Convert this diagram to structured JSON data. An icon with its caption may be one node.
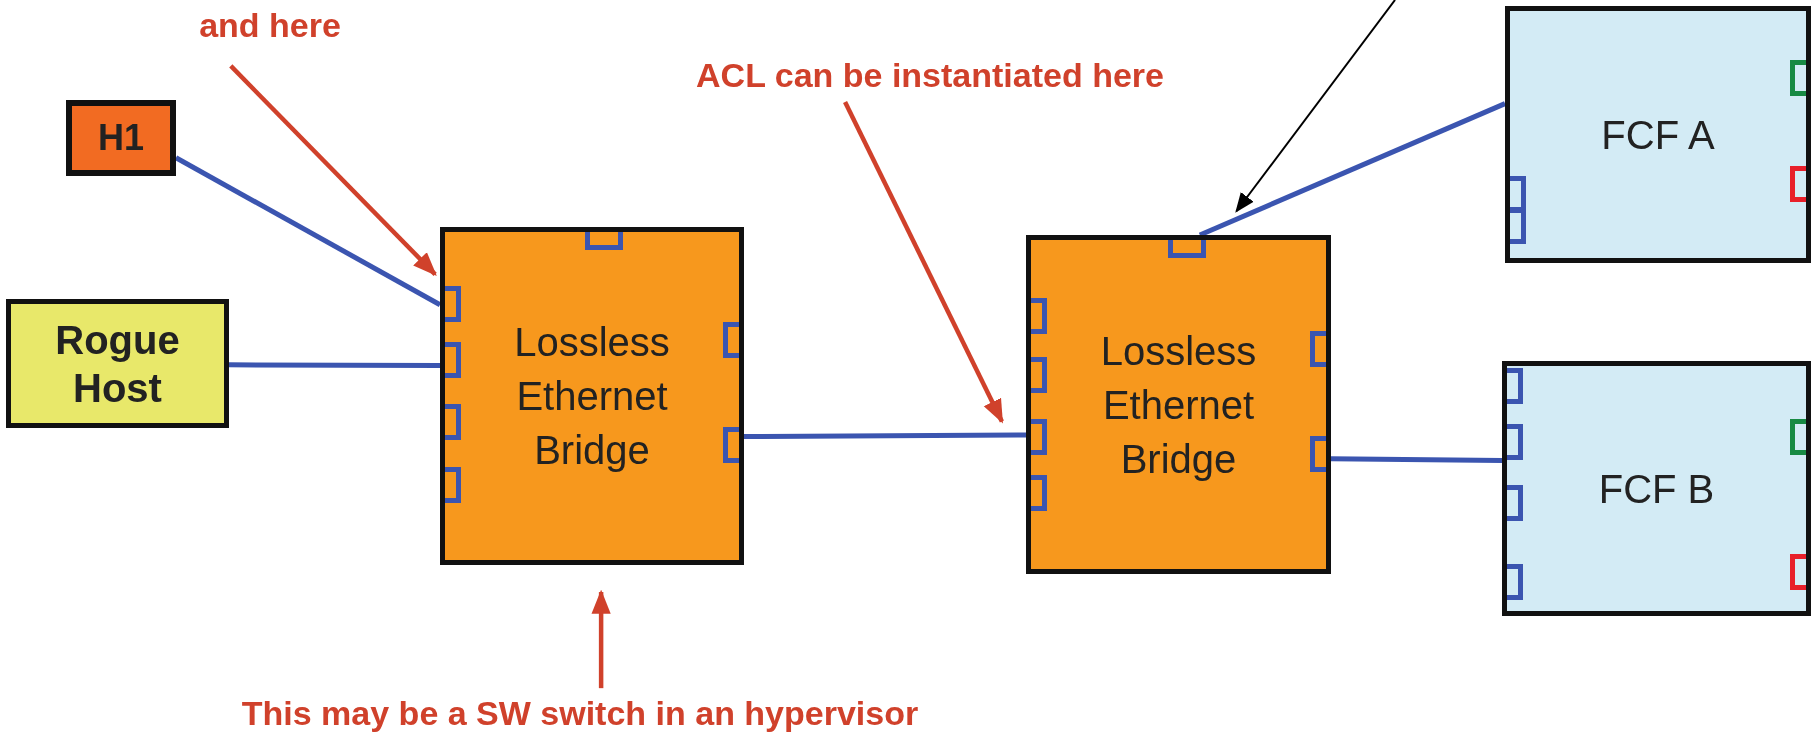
{
  "diagram": {
    "nodes": [
      {
        "text": [
          "and here"
        ]
      },
      {
        "text": [
          "H1"
        ]
      },
      {
        "text": [
          "Rogue Host"
        ]
      },
      {
        "text": [
          "Lossless Ethernet Bridge"
        ]
      },
      {
        "text": [
          "ACL can be instantiated here"
        ]
      },
      {
        "text": [
          "Lossless Ethernet Bridge"
        ]
      },
      {
        "text": [
          "FCF A"
        ]
      },
      {
        "text": [
          "FCF B"
        ]
      },
      {
        "text": [
          "This may be a SW switch in an hypervisor"
        ]
      }
    ],
    "edges": [
      {
        "from": 1,
        "to": 3,
        "arrow": "none"
      },
      {
        "from": 2,
        "to": 3,
        "arrow": "none"
      },
      {
        "from": 3,
        "to": 5,
        "arrow": "none"
      },
      {
        "from": 5,
        "to": 6,
        "arrow": "none"
      },
      {
        "from": 5,
        "to": 7,
        "arrow": "none"
      },
      {
        "from": 0,
        "to": 3,
        "arrow": "to",
        "color": "#d0412b"
      },
      {
        "from": 4,
        "to": 5,
        "arrow": "to",
        "color": "#d0412b"
      },
      {
        "from": 8,
        "to": 3,
        "arrow": "to",
        "color": "#d0412b"
      },
      {
        "from": null,
        "to": 5,
        "arrow": "to",
        "color": "#000000"
      }
    ]
  }
}
